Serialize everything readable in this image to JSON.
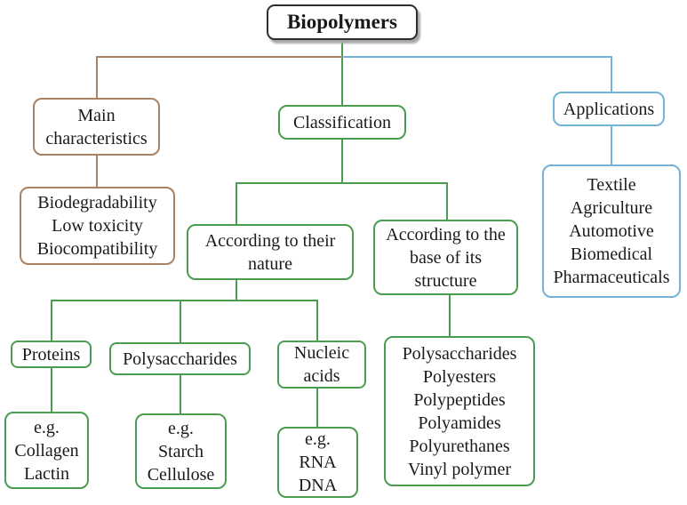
{
  "palette": {
    "green": "#4a9c4f",
    "brown": "#a98264",
    "blue": "#72b3d6",
    "dark": "#2e2e2e"
  },
  "nodes": {
    "title": "Biopolymers",
    "main_characteristics": "Main\ncharacteristics",
    "characteristics_list": "Biodegradability\nLow toxicity\nBiocompatibility",
    "classification": "Classification",
    "applications": "Applications",
    "applications_list": "Textile\nAgriculture\nAutomotive\nBiomedical\nPharmaceuticals",
    "by_nature": "According to their\nnature",
    "by_structure": "According to the\nbase of its\nstructure",
    "proteins": "Proteins",
    "polysaccharides": "Polysaccharides",
    "nucleic_acids": "Nucleic\nacids",
    "structure_list": "Polysaccharides\nPolyesters\nPolypeptides\nPolyamides\nPolyurethanes\nVinyl polymer",
    "eg_proteins": "e.g.\nCollagen\nLactin",
    "eg_polysaccharides": "e.g.\nStarch\nCellulose",
    "eg_nucleic_acids": "e.g.\nRNA\nDNA"
  }
}
